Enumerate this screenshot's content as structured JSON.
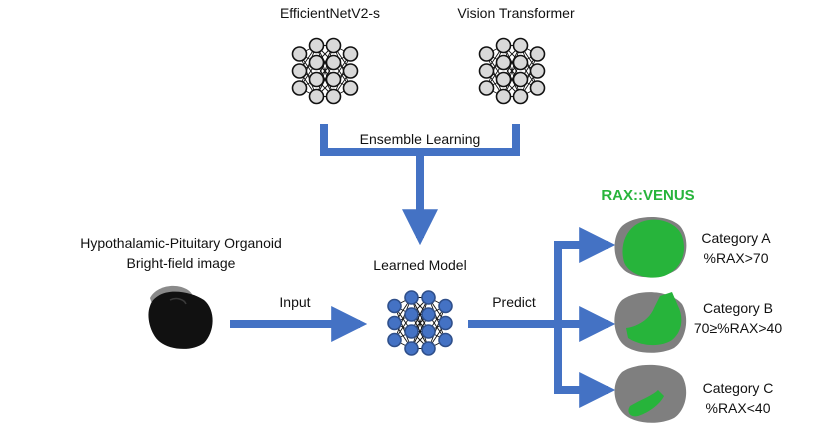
{
  "colors": {
    "arrow": "#4472c4",
    "venus_green": "#27b43b",
    "organoid_gray": "#7f7f7f",
    "organoid_dark": "#111111",
    "node_fill": "#d9d9d9",
    "node_blue": "#4472c4"
  },
  "models": {
    "model1": "EfficientNetV2-s",
    "model2": "Vision Transformer",
    "ensemble": "Ensemble Learning"
  },
  "organoid": {
    "title_line1": "Hypothalamic-Pituitary Organoid",
    "title_line2": "Bright-field image"
  },
  "flow": {
    "input": "Input",
    "learned_model": "Learned Model",
    "predict": "Predict"
  },
  "marker": "RAX::VENUS",
  "categories": [
    {
      "name": "Category A",
      "rule": "%RAX>70"
    },
    {
      "name": "Category B",
      "rule": "70≥%RAX>40"
    },
    {
      "name": "Category C",
      "rule": "%RAX<40"
    }
  ],
  "icons": [
    "neural-network-icon",
    "organoid-blob-icon",
    "arrow-icon"
  ]
}
